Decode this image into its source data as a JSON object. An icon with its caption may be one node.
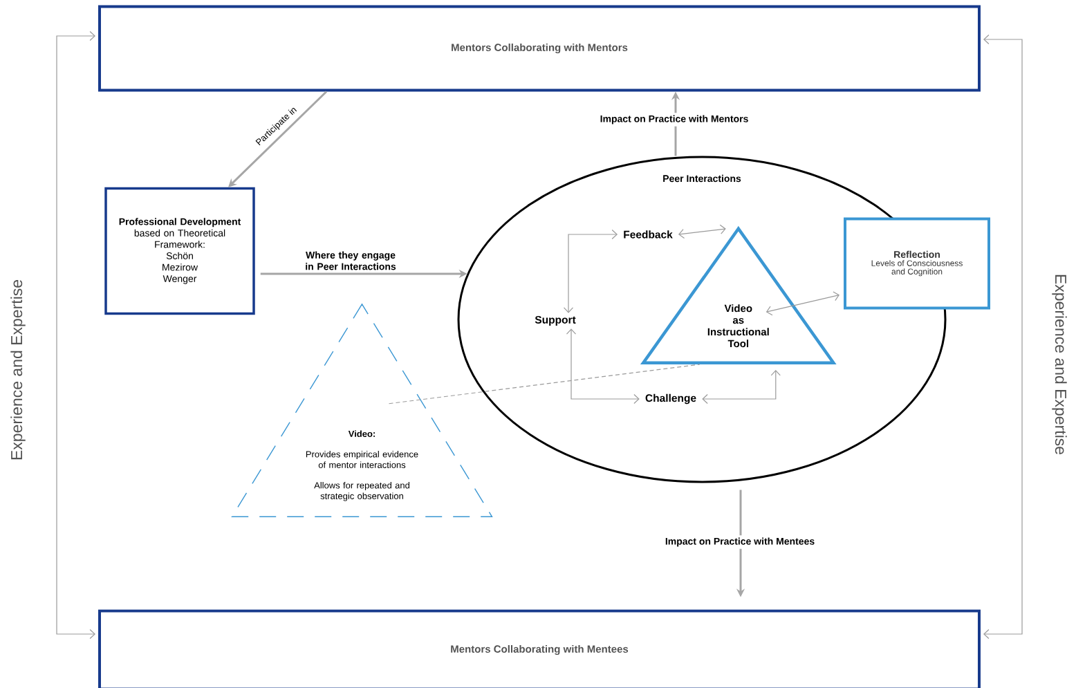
{
  "diagram": {
    "nodes": [
      {
        "text": [
          "Mentors Collaborating with Mentors"
        ]
      },
      {
        "text": [
          "Professional Development",
          "based on Theoretical Framework:",
          "Schön",
          "Mezirow",
          "Wenger"
        ]
      },
      {
        "text": [
          "Peer Interactions"
        ]
      },
      {
        "text": [
          "Feedback"
        ],
        "in": 2
      },
      {
        "text": [
          "Support"
        ],
        "in": 2
      },
      {
        "text": [
          "Challenge"
        ],
        "in": 2
      },
      {
        "text": [
          "Video as Instructional Tool"
        ],
        "in": 2
      },
      {
        "text": [
          "Video:",
          "Provides empirical evidence of mentor interactions",
          "Allows for repeated and strategic observation"
        ]
      },
      {
        "text": [
          "Reflection",
          "Levels of Consciousness and Cognition"
        ]
      },
      {
        "text": [
          "Mentors Collaborating with Mentees"
        ]
      }
    ],
    "edges": [
      {
        "from": 0,
        "to": 1,
        "arrow": "to",
        "label": "Participate in"
      },
      {
        "from": 1,
        "to": 2,
        "arrow": "to",
        "label": "Where they engage in Peer Interactions"
      },
      {
        "from": 2,
        "to": 0,
        "arrow": "to",
        "label": "Impact on Practice with Mentors"
      },
      {
        "from": 2,
        "to": 9,
        "arrow": "to",
        "label": "Impact on Practice with Mentees"
      },
      {
        "from": 4,
        "to": 3,
        "arrow": "both"
      },
      {
        "from": 3,
        "to": 6,
        "arrow": "both"
      },
      {
        "from": 4,
        "to": 5,
        "arrow": "both"
      },
      {
        "from": 5,
        "to": 6,
        "arrow": "both"
      },
      {
        "from": 6,
        "to": 8,
        "arrow": "both"
      },
      {
        "from": 7,
        "to": 6,
        "arrow": "none",
        "style": "dashed"
      },
      {
        "from": 0,
        "to": 9,
        "arrow": "both",
        "label": "Experience and Expertise"
      },
      {
        "from": 0,
        "to": 9,
        "arrow": "both",
        "label": "Experience and Expertise"
      }
    ]
  }
}
